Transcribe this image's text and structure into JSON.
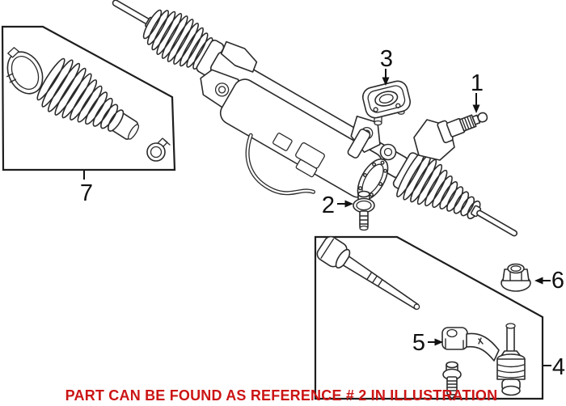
{
  "figure": {
    "kind": "steering-gear-parts-diagram",
    "note": "PART CAN BE FOUND AS REFERENCE # 2 IN ILLUSTRATION"
  },
  "callouts": {
    "c1": {
      "label": "1"
    },
    "c2": {
      "label": "2"
    },
    "c3": {
      "label": "3"
    },
    "c4": {
      "label": "4"
    },
    "c5": {
      "label": "5"
    },
    "c6": {
      "label": "6"
    },
    "c7": {
      "label": "7"
    }
  },
  "colors": {
    "line": "#2b2b2b",
    "note_red": "#cc1515",
    "background": "#ffffff"
  }
}
